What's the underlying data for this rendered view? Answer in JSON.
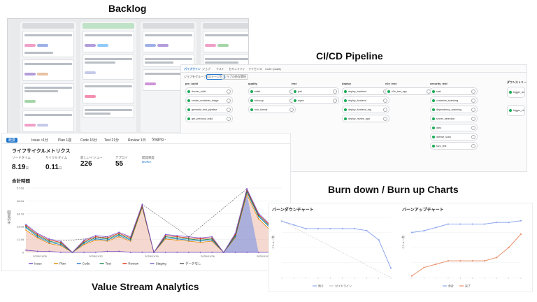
{
  "titles": {
    "backlog": "Backlog",
    "cicd": "CI/CD Pipeline",
    "burn": "Burn down / Burn up Charts",
    "vsa": "Value Stream Analytics"
  },
  "colors": {
    "accent": "#1f75cb",
    "success": "#1aaa55",
    "issue": "#6e49cb",
    "plan": "#e58900",
    "code": "#1f75cb",
    "test": "#108548",
    "review": "#dd2b0e",
    "staging": "#7b58cf"
  },
  "cicd": {
    "tabs": [
      "パイプライン",
      "ジョブ",
      "テスト",
      "セキュリティ",
      "ライセンス",
      "Code Quality"
    ],
    "group_label": "ジョブをグループ化",
    "group_opts": [
      "ステージ別",
      "ジョブの依存関係"
    ],
    "stages": [
      {
        "name": "pre_build",
        "jobs": [
          "docker_build",
          "create_container_image",
          "generate_test_pipeline",
          "get_previous_build"
        ]
      },
      {
        "name": "quality",
        "jobs": [
          "eslint",
          "rubocop",
          "rufo_format"
        ]
      },
      {
        "name": "test",
        "jobs": [
          "jest",
          "rspec"
        ]
      },
      {
        "name": "deploy",
        "jobs": [
          "deploy_backend",
          "deploy_frontend",
          "deploy_frontend_stg",
          "deploy_review_app"
        ]
      },
      {
        "name": "e2e_test",
        "jobs": [
          "e2e_test_app"
        ]
      },
      {
        "name": "security_test",
        "jobs": [
          "sast",
          "container_scanning",
          "dependency_scanning",
          "secret_detection",
          "dast",
          "license_scan",
          "fuzz_test"
        ]
      }
    ],
    "downstream": {
      "name": "ダウンストリーム",
      "jobs": [
        "trigger_deploy",
        "trigger_child_pipeline"
      ]
    }
  },
  "vsa": {
    "tabs": [
      "概要",
      "Issue <1分",
      "Plan 1週",
      "Code 16分",
      "Test 21分",
      "Review 1日",
      "Staging -"
    ],
    "section": "ライフサイクルメトリクス",
    "stats": [
      {
        "label": "リードタイム",
        "value": "8.19",
        "unit": "日"
      },
      {
        "label": "サイクルタイム",
        "value": "0.11",
        "unit": "日"
      },
      {
        "label": "新しいイシュー",
        "value": "226",
        "unit": ""
      },
      {
        "label": "デプロイ",
        "value": "55",
        "unit": ""
      },
      {
        "label": "開発頻度",
        "value": "DORA",
        "unit": ""
      }
    ],
    "chart_title": "合計時間",
    "ylabel": "平均時間",
    "legend": [
      "Issue",
      "Plan",
      "Code",
      "Test",
      "Review",
      "Staging",
      "データなし"
    ]
  },
  "chart_data": [
    {
      "type": "area",
      "title": "合計時間",
      "ylabel": "平均時間",
      "yticks": [
        "0",
        "11.5d",
        "23.0d",
        "34.7d",
        "46.0d",
        "57.6d"
      ],
      "ylim": [
        0,
        57.6
      ],
      "xticks": [
        "2025/11/05",
        "2025/11/12",
        "2025/11/19",
        "2025/11/26",
        "2025/12/03"
      ],
      "x": [
        0,
        1,
        2,
        3,
        4,
        5,
        6,
        7,
        8,
        9,
        10,
        11,
        12,
        13,
        14,
        15,
        16,
        17,
        18,
        19,
        20,
        21,
        22
      ],
      "series": [
        {
          "name": "Issue",
          "values": [
            2,
            1,
            1,
            0,
            0,
            0,
            0,
            1,
            1,
            0,
            0,
            0,
            0,
            0,
            0,
            0,
            0,
            0,
            0,
            0,
            0,
            0,
            0
          ]
        },
        {
          "name": "Plan",
          "values": [
            20,
            13,
            8,
            6,
            0,
            7,
            11,
            10,
            14,
            10,
            40,
            0,
            12,
            11,
            10,
            9,
            10,
            0,
            13,
            52,
            30,
            20,
            0
          ]
        },
        {
          "name": "Code",
          "values": [
            22,
            14,
            9,
            7,
            0,
            8,
            12,
            11,
            15,
            11,
            41,
            0,
            13,
            12,
            11,
            10,
            11,
            0,
            14,
            54,
            32,
            22,
            0
          ]
        },
        {
          "name": "Test",
          "values": [
            23,
            15,
            10,
            8,
            0,
            9,
            13,
            12,
            16,
            12,
            41,
            0,
            14,
            13,
            12,
            11,
            12,
            0,
            15,
            55,
            33,
            23,
            0
          ]
        },
        {
          "name": "Review",
          "values": [
            24,
            16,
            11,
            9,
            0,
            10,
            14,
            13,
            17,
            13,
            42,
            0,
            15,
            14,
            13,
            12,
            13,
            0,
            16,
            56,
            34,
            24,
            0
          ]
        },
        {
          "name": "Staging",
          "values": [
            25,
            17,
            12,
            10,
            0,
            11,
            15,
            14,
            18,
            14,
            43,
            0,
            16,
            15,
            14,
            13,
            14,
            0,
            17,
            57,
            35,
            25,
            0
          ]
        }
      ]
    },
    {
      "type": "line",
      "title": "バーンダウンチャート",
      "ylabel": "イシュー数",
      "legend": [
        "残り",
        "ガイドライン"
      ],
      "x": [
        0,
        1,
        2,
        3,
        4,
        5,
        6,
        7,
        8,
        9
      ],
      "series": [
        {
          "name": "残り",
          "values": [
            30,
            28,
            26,
            26,
            26,
            26,
            26,
            25,
            20,
            5
          ]
        },
        {
          "name": "ガイドライン",
          "values": [
            30,
            26.7,
            23.3,
            20,
            16.7,
            13.3,
            10,
            6.7,
            3.3,
            0
          ]
        }
      ],
      "ylim": [
        0,
        32
      ]
    },
    {
      "type": "line",
      "title": "バーンアップチャート",
      "ylabel": "イシュー数",
      "legend": [
        "合計",
        "完了"
      ],
      "x": [
        0,
        1,
        2,
        3,
        4,
        5,
        6,
        7,
        8,
        9
      ],
      "series": [
        {
          "name": "合計",
          "values": [
            27,
            28,
            30,
            32,
            32,
            32,
            32,
            33,
            33,
            34
          ]
        },
        {
          "name": "完了",
          "values": [
            1,
            6,
            8,
            10,
            10,
            10,
            10,
            12,
            18,
            26
          ]
        }
      ],
      "ylim": [
        0,
        36
      ]
    }
  ]
}
